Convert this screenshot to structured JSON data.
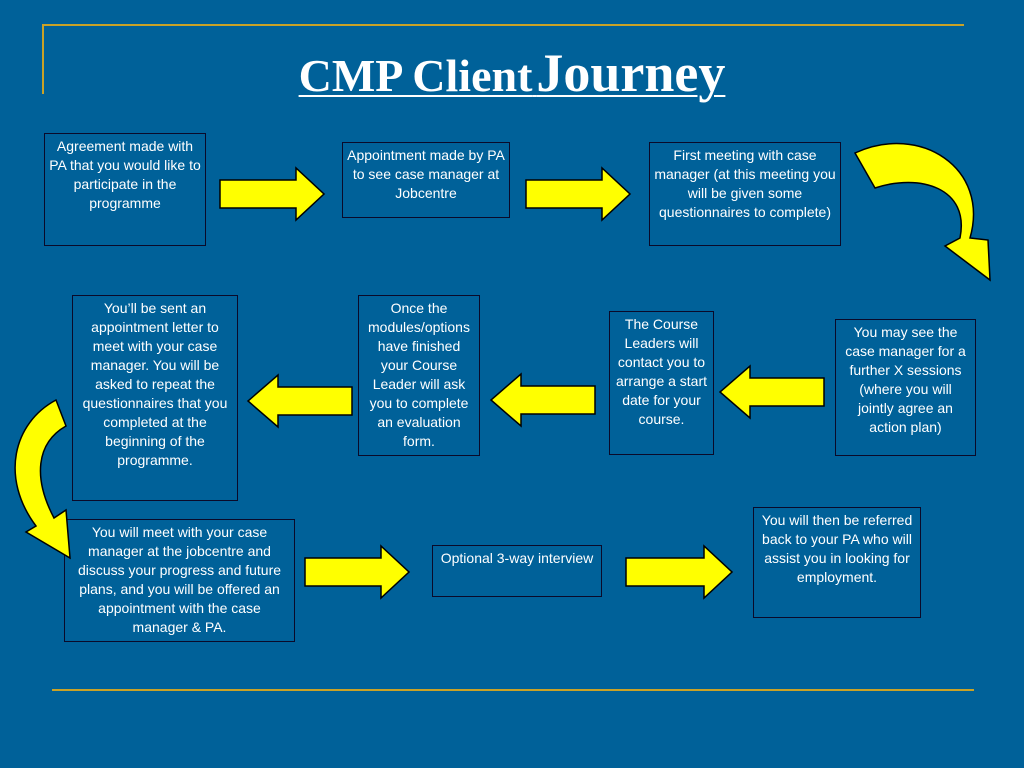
{
  "title": {
    "part1": "CMP Client",
    "part2": "Journey"
  },
  "steps": [
    "Agreement made with PA that you would like to participate in the      programme",
    "Appointment made by PA to see case manager at Jobcentre",
    "First meeting with case manager (at this meeting you will be given some questionnaires to complete)",
    "You may see the case manager for a further X sessions (where you will jointly agree an action plan)",
    "The Course Leaders will contact you to arrange a start date for your course.",
    "Once the modules/options have finished your Course Leader will ask you to complete an evaluation form.",
    "You’ll be sent an appointment letter to meet with your case manager. You will be asked to repeat the questionnaires that you completed at the beginning of the programme.",
    "You will meet with your case manager at the jobcentre and discuss your progress and future plans, and you will be offered an   appointment with the case manager & PA.",
    "Optional 3-way interview",
    "You will then be referred back to your PA who will  assist you in looking for employment."
  ],
  "colors": {
    "background": "#006199",
    "accent": "#c9a227",
    "arrow_fill": "#ffff00",
    "arrow_stroke": "#000000"
  }
}
